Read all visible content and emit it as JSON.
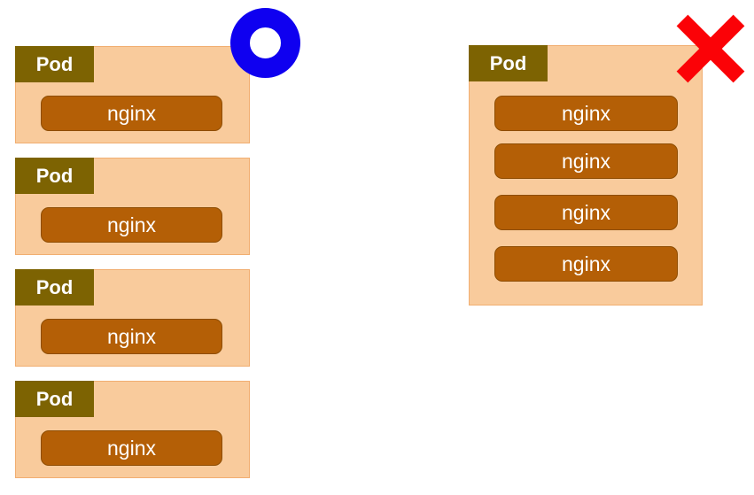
{
  "colors": {
    "pod_fill": "#f9cb9c",
    "pod_border": "#f1ae71",
    "pod_label_bg": "#7d6302",
    "container_fill": "#b45f06",
    "container_border": "#8e4d03",
    "label_text": "#ffffff",
    "correct_blue": "#0f00f0",
    "incorrect_red": "#fb0207"
  },
  "diagram": {
    "left": {
      "verdict": "correct",
      "verdict_icon": "circle-icon",
      "pods": [
        {
          "label": "Pod",
          "containers": [
            "nginx"
          ]
        },
        {
          "label": "Pod",
          "containers": [
            "nginx"
          ]
        },
        {
          "label": "Pod",
          "containers": [
            "nginx"
          ]
        },
        {
          "label": "Pod",
          "containers": [
            "nginx"
          ]
        }
      ]
    },
    "right": {
      "verdict": "incorrect",
      "verdict_icon": "cross-icon",
      "pods": [
        {
          "label": "Pod",
          "containers": [
            "nginx",
            "nginx",
            "nginx",
            "nginx"
          ]
        }
      ]
    }
  }
}
